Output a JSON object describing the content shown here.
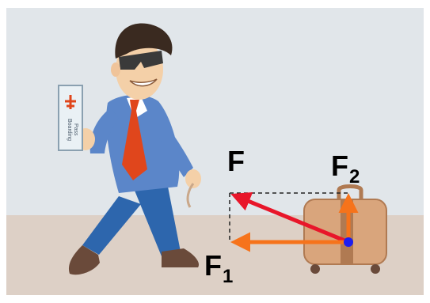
{
  "labels": {
    "force": {
      "main": "F",
      "sub": ""
    },
    "force_horizontal": {
      "main": "F",
      "sub": "1"
    },
    "force_vertical": {
      "main": "F",
      "sub": "2"
    }
  },
  "ticket_text": [
    "Boarding",
    "Pass"
  ],
  "colors": {
    "background": "#e1e6ea",
    "floor": "#ddd0c6",
    "resultant_arrow": "#e8162a",
    "component_arrows": "#f6731b",
    "pivot_point": "#1d1df0",
    "suitcase": "#d9a57c",
    "shirt": "#5b86c9",
    "tie": "#e0461c",
    "trousers": "#2d66ad",
    "shoes": "#6a4a3a",
    "skin": "#f4d0a8",
    "hair": "#3a2a20"
  },
  "icons": {
    "ticket": "airplane-ticket-icon",
    "sunglasses": "sunglasses-icon"
  }
}
